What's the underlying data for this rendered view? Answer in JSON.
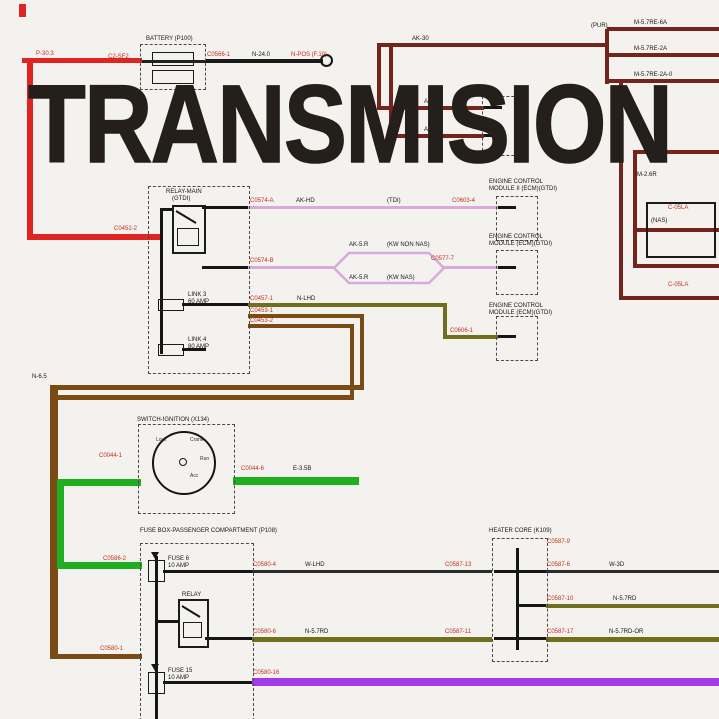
{
  "title": "TRANSMISION",
  "palette": {
    "red": "#e02421",
    "maroon": "#74241c",
    "brown": "#7b4b16",
    "olive": "#6f6f1d",
    "green": "#1fae1f",
    "purple": "#a23ae6",
    "pink": "#d9abdb",
    "black_wire": "#1a1a1a",
    "label_red": "#c2301f"
  },
  "battery": {
    "title": "BATTERY (P100)",
    "feed_label": "P-30.3",
    "conn_left": "C2-SF2",
    "conn_right": "C0566-1",
    "wire_out": "N-24.0",
    "dest": "N-POS (F.10)"
  },
  "top_right": {
    "ak30": "AK-30",
    "pur": "(PUR)",
    "branch_1": "M-5.7RE-6A",
    "branch_2": "M-5.7RE-2A",
    "branch_3": "M-5.7RE-2A-0",
    "mod_wire_1": "AK-26",
    "mod_wire_2": "AK-27"
  },
  "relay_box": {
    "name_l1": "RELAY-MAIN",
    "name_l2": "(GTDI)",
    "conn_left": "C0452-2",
    "conn_a": "C0574-A",
    "conn_b": "C0574-B",
    "conn_c": "C0457-1",
    "conn_d": "C0453-1",
    "conn_e": "C0453-2",
    "link3": "LINK 3",
    "link3_amp": "60 AMP",
    "link4": "LINK 4",
    "link4_amp": "80 AMP"
  },
  "ecm": {
    "l1": "ENGINE CONTROL",
    "l2a": "MODULE II (ECM)(GTDI)",
    "l2": "MODULE (ECM)(GTDI)"
  },
  "mid_wires": {
    "ak_hd": "AK-HD",
    "tdi": "(TDI)",
    "c0603_4": "C0603-4",
    "ak5r_1": "AK-5.R",
    "kw_non_nas": "(KW NON NAS)",
    "ak5r_2": "AK-5.R",
    "kw_nas": "(KW NAS)",
    "c0577_7": "C0577-7",
    "n_lhd": "N-LHD",
    "c0606_1": "C0606-1",
    "n65": "N-6.5"
  },
  "ignition": {
    "title": "SWITCH-IGNITION (X134)",
    "conn_left": "C0044-1",
    "conn_right": "C0044-6",
    "ground": "E-3.5B",
    "pos_1": "Crank",
    "pos_2": "Run",
    "pos_3": "Acc",
    "pos_4": "Lock"
  },
  "fuse_box": {
    "title": "FUSE BOX-PASSENGER COMPARTMENT (P108)",
    "conn_green": "C0586-2",
    "conn_brown": "C0580-1",
    "fuse6": "FUSE 6",
    "fuse6_amp": "10 AMP",
    "relay": "RELAY",
    "fuse15": "FUSE 15",
    "fuse15_amp": "10 AMP",
    "conn_r1": "C0580-4",
    "conn_r2": "C0580-6",
    "conn_r3": "C0580-16"
  },
  "bottom_rows": {
    "w_lhd": "W-LHD",
    "c0587_13": "C0587-13",
    "c0587_6": "C0587-6",
    "w_3d": "W-3D",
    "c0587_10": "C0587-10",
    "n57rd_right": "N-5.7RD",
    "n57rd": "N-5.7RD",
    "c0587_11": "C0587-11",
    "c0587_17": "C0587-17",
    "n57rd_or": "N-5.7RD-OR"
  },
  "heater": {
    "title": "HEATER CORE (K109)",
    "conn_top": "C0587-9"
  },
  "right_struct": {
    "wire": "M-2.6R",
    "nas": "(NAS)",
    "conn_1": "C-05LA",
    "conn_2": "C-05LA"
  }
}
